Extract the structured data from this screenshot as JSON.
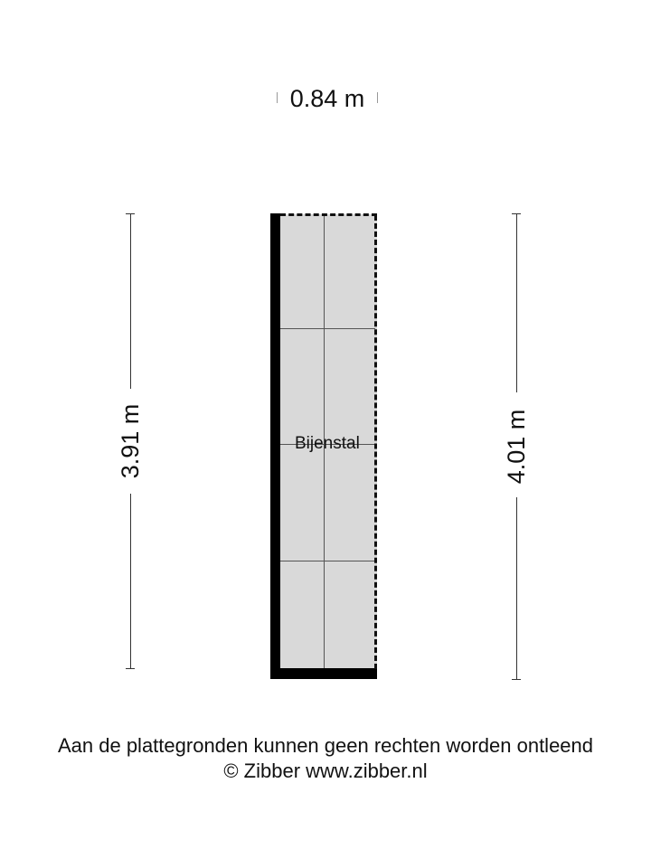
{
  "floorplan": {
    "room": {
      "name": "Bijenstal",
      "width_label": "0.84 m",
      "left_height_label": "3.91 m",
      "right_height_label": "4.01 m",
      "floor_color": "#d9d9d9",
      "wall_color": "#000000"
    }
  },
  "footer": {
    "disclaimer": "Aan de plattegronden kunnen geen rechten worden ontleend",
    "copyright": "© Zibber www.zibber.nl"
  }
}
